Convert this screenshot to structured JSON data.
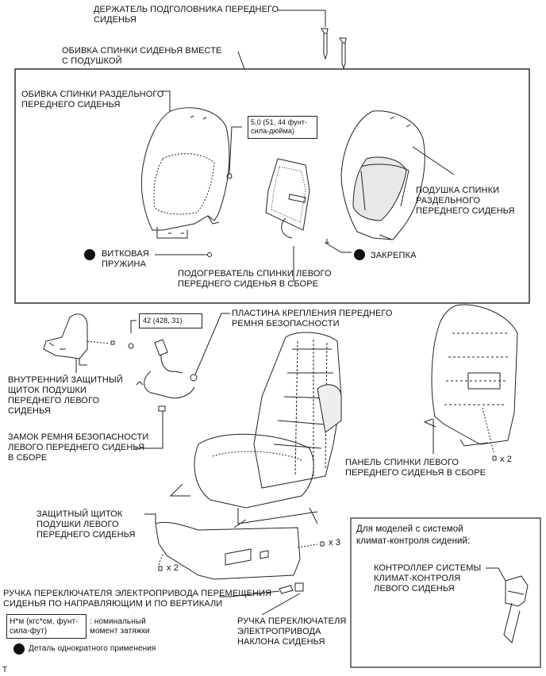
{
  "labels": {
    "headrest_holder": "ДЕРЖАТЕЛЬ ПОДГОЛОВНИКА ПЕРЕДНЕГО\nСИДЕНЬЯ",
    "seatback_cover_with_pad": "ОБИВКА СПИНКИ СИДЕНЬЯ ВМЕСТЕ\nС ПОДУШКОЙ",
    "separate_seatback_cover": "ОБИВКА СПИНКИ РАЗДЕЛЬНОГО\nПЕРЕДНЕГО СИДЕНЬЯ",
    "torque_1": "5,0 (51, 44 фунт-\nсила-дюйма)",
    "separate_seatback_pad": "ПОДУШКА СПИНКИ\nРАЗДЕЛЬНОГО\nПЕРЕДНЕГО СИДЕНЬЯ",
    "coil_spring": "ВИТКОВАЯ\nПРУЖИНА",
    "clip": "ЗАКРЕПКА",
    "seatback_heater": "ПОДОГРЕВАТЕЛЬ СПИНКИ ЛЕВОГО\nПЕРЕДНЕГО СИДЕНЬЯ В СБОРЕ",
    "torque_2": "42 (428, 31)",
    "belt_anchor_plate": "ПЛАСТИНА КРЕПЛЕНИЯ ПЕРЕДНЕГО\nРЕМНЯ БЕЗОПАСНОСТИ",
    "inner_cushion_shield": "ВНУТРЕННИЙ ЗАЩИТНЫЙ\nЩИТОК ПОДУШКИ\nПЕРЕДНЕГО ЛЕВОГО\nСИДЕНЬЯ",
    "seat_belt_buckle": "ЗАМОК РЕМНЯ БЕЗОПАСНОСТИ\nЛЕВОГО ПЕРЕДНЕГО СИДЕНЬЯ\nВ СБОРЕ",
    "seatback_board": "ПАНЕЛЬ СПИНКИ ЛЕВОГО\nПЕРЕДНЕГО СИДЕНЬЯ В СБОРЕ",
    "qty_x2_right": "x 2",
    "cushion_shield": "ЗАЩИТНЫЙ ЩИТОК\nПОДУШКИ ЛЕВОГО\nПЕРЕДНЕГО СИДЕНЬЯ",
    "qty_x3": "x 3",
    "qty_x2_left": "x 2",
    "climate_models": "Для моделей с системой\nклимат-контроля сидений:",
    "climate_controller": "КОНТРОЛЛЕР СИСТЕМЫ\nКЛИМАТ-КОНТРОЛЯ\nЛЕВОГО СИДЕНЬЯ",
    "slide_vertical_knob": "РУЧКА ПЕРЕКЛЮЧАТЕЛЯ ЭЛЕКТРОПРИВОДА ПЕРЕМЕЩЕНИЯ\nСИДЕНЬЯ ПО НАПРАВЛЯЮЩИМ И ПО ВЕРТИКАЛИ",
    "recliner_knob": "РУЧКА ПЕРЕКЛЮЧАТЕЛЯ\nЭЛЕКТРОПРИВОДА\nНАКЛОНА СИДЕНЬЯ"
  },
  "legend": {
    "torque_units": "Н*м (кгс*см, фунт-\nсила-фут)",
    "torque_meaning": ": номинальный\nмомент затяжки",
    "non_reusable": "Деталь однократного применения"
  },
  "corner_mark": "T"
}
